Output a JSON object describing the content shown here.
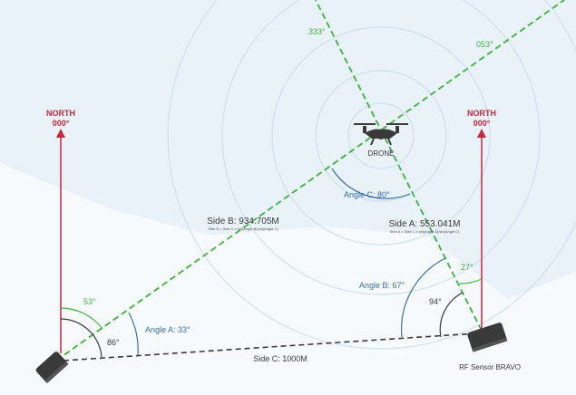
{
  "colors": {
    "north": "#c8283c",
    "bearing": "#3cb43c",
    "angle": "#3a6ea5",
    "dark": "#3a3a3a",
    "ring": "#cfe0ee",
    "shade": "#e7f0f8"
  },
  "north_left": {
    "label": "NORTH",
    "bearing": "000°"
  },
  "north_right": {
    "label": "NORTH",
    "bearing": "000°"
  },
  "bearings": {
    "left_bearing_deg": "53°",
    "right_bearing_deg": "27°",
    "line_333": "333°",
    "line_053": "053°"
  },
  "angles": {
    "left_inner": "86°",
    "angle_a": "Angle A: 33°",
    "right_inner": "94°",
    "angle_b": "Angle B: 67°",
    "angle_c": "Angle C: 80°"
  },
  "sides": {
    "side_b": "Side B: 934.705M",
    "side_b_formula": "Side B = Side C x sin(Angle B)/sin(Angle C)",
    "side_a": "Side A: 553.041M",
    "side_a_formula": "Side A = Side C x sin(Angle A)/sin(Angle C)",
    "side_c": "Side C: 1000M"
  },
  "drone": {
    "label": "DRONE",
    "icon": "drone-icon"
  },
  "sensors": {
    "left": {
      "icon": "rf-sensor-icon"
    },
    "right": {
      "label": "RF Sensor BRAVO",
      "icon": "rf-sensor-icon"
    }
  }
}
